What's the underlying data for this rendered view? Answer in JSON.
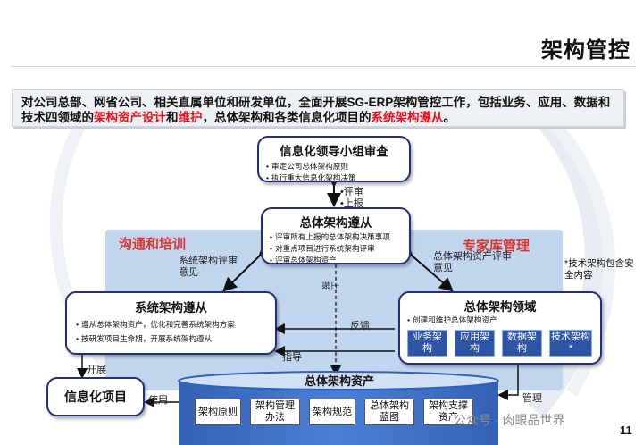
{
  "header": {
    "title": "架构管控"
  },
  "intro": {
    "part1": "对公司总部、网省公司、相关直属单位和研发单位，全面开展SG-ERP架构管控工作，包括业务、应用、数据和技术四领域的",
    "highlight1": "架构资产设计",
    "part2": "和",
    "highlight2": "维护",
    "part3": "，总体架构和各类信息化项目的",
    "highlight3": "系统架构遵从",
    "part4": "。"
  },
  "leadership_box": {
    "title": "信息化领导小组审查",
    "items": [
      "审定公司总体架构原则",
      "执行重大信息化架构决策"
    ]
  },
  "review_labels": {
    "review": "评审",
    "report": "上报"
  },
  "compliance_box": {
    "title": "总体架构遵从",
    "items": [
      "评审所有上报的总体架构决策事项",
      "对重点项目进行系统架构评审",
      "评审总体架构资产"
    ]
  },
  "region_labels": {
    "left": "沟通和培训",
    "right": "专家库管理"
  },
  "arrow_labels": {
    "system_review": "系统架构评审意见",
    "asset_review": "总体架构资产评审意见",
    "report_vertical": "上报",
    "feedback": "反馈",
    "guidance": "指导",
    "develop": "开展",
    "use": "使用",
    "manage": "管理"
  },
  "system_box": {
    "title": "系统架构遵从",
    "items": [
      "遵从总体架构资产，优化和完善系统架构方案",
      "按研发项目生命期，开展系统架构遵从"
    ]
  },
  "domain_box": {
    "title": "总体架构领域",
    "items": [
      "创建和维护总体架构资产"
    ],
    "buttons": [
      "业务架构",
      "应用架构",
      "数据架构",
      "技术架构*"
    ]
  },
  "side_note": "*技术架构包含安全内容",
  "it_project": {
    "label": "信息化项目"
  },
  "asset_store": {
    "title": "总体架构资产",
    "items": [
      "架构原则",
      "架构管理办法",
      "架构规范",
      "总体架构蓝图",
      "架构支撑资产"
    ]
  },
  "watermark": "公众号 · 肉眼品世界",
  "page_number": "11",
  "colors": {
    "accent_red": "#e8101a",
    "box_border": "#1f2f7a",
    "domain_button": "#2c55a6",
    "region_fill": "#c2d5ee",
    "cylinder": "#3a6cc0"
  }
}
